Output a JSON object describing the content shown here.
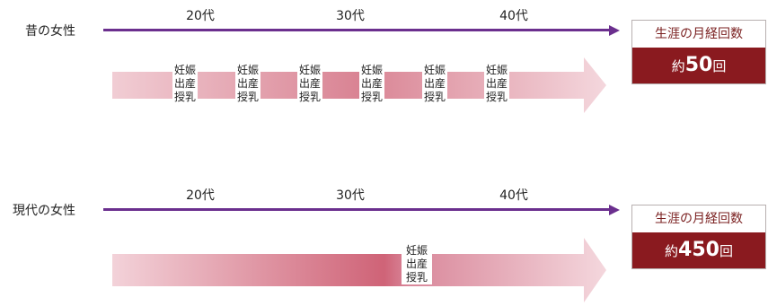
{
  "rows": [
    {
      "label": "昔の女性",
      "ages": [
        "20代",
        "30代",
        "40代"
      ],
      "events": [
        "妊娠\n出産\n授乳",
        "妊娠\n出産\n授乳",
        "妊娠\n出産\n授乳",
        "妊娠\n出産\n授乳",
        "妊娠\n出産\n授乳",
        "妊娠\n出産\n授乳"
      ],
      "count_title": "生涯の月経回数",
      "count_prefix": "約",
      "count_number": "50",
      "count_suffix": "回"
    },
    {
      "label": "現代の女性",
      "ages": [
        "20代",
        "30代",
        "40代"
      ],
      "events": [
        "妊娠\n出産\n授乳"
      ],
      "count_title": "生涯の月経回数",
      "count_prefix": "約",
      "count_number": "450",
      "count_suffix": "回"
    }
  ],
  "colors": {
    "timeline": "#6b2f8e",
    "band_light": "#f3d6dc",
    "band_dark": "#c9566b",
    "accent": "#8a1a1f"
  }
}
